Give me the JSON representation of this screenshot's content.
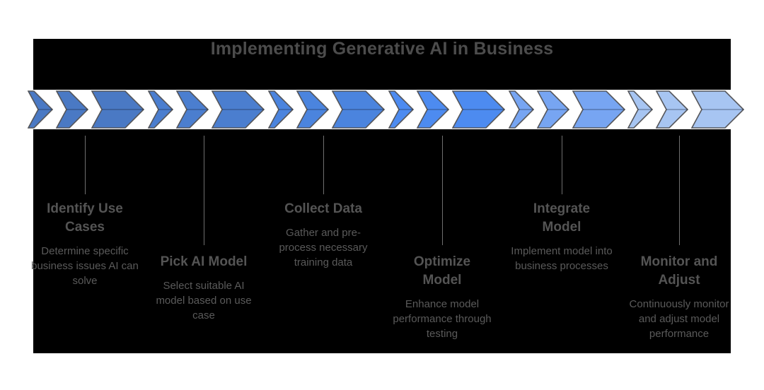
{
  "title": "Implementing Generative AI in Business",
  "steps": [
    {
      "heading": "Identify Use Cases",
      "description": "Determine specific business issues AI can solve",
      "color": "#4a79c4"
    },
    {
      "heading": "Pick AI Model",
      "description": "Select suitable AI model based on use case",
      "color": "#4b7ecf"
    },
    {
      "heading": "Collect Data",
      "description": "Gather and pre-process necessary training data",
      "color": "#4b84de"
    },
    {
      "heading": "Optimize Model",
      "description": "Enhance model performance through testing",
      "color": "#4d8bf0"
    },
    {
      "heading": "Integrate Model",
      "description": "Implement model into business processes",
      "color": "#77a5f2"
    },
    {
      "heading": "Monitor and Adjust",
      "description": "Continuously monitor and adjust model performance",
      "color": "#a7c5f2"
    }
  ],
  "colors": {
    "canvas_background": "#000000",
    "chevron_band": "#ffffff",
    "chevron_outline": "#55565a",
    "title_text": "#4c4c4c",
    "heading_text": "#545454",
    "body_text": "#5a5a5a",
    "connector_line": "#6f6f6f"
  }
}
